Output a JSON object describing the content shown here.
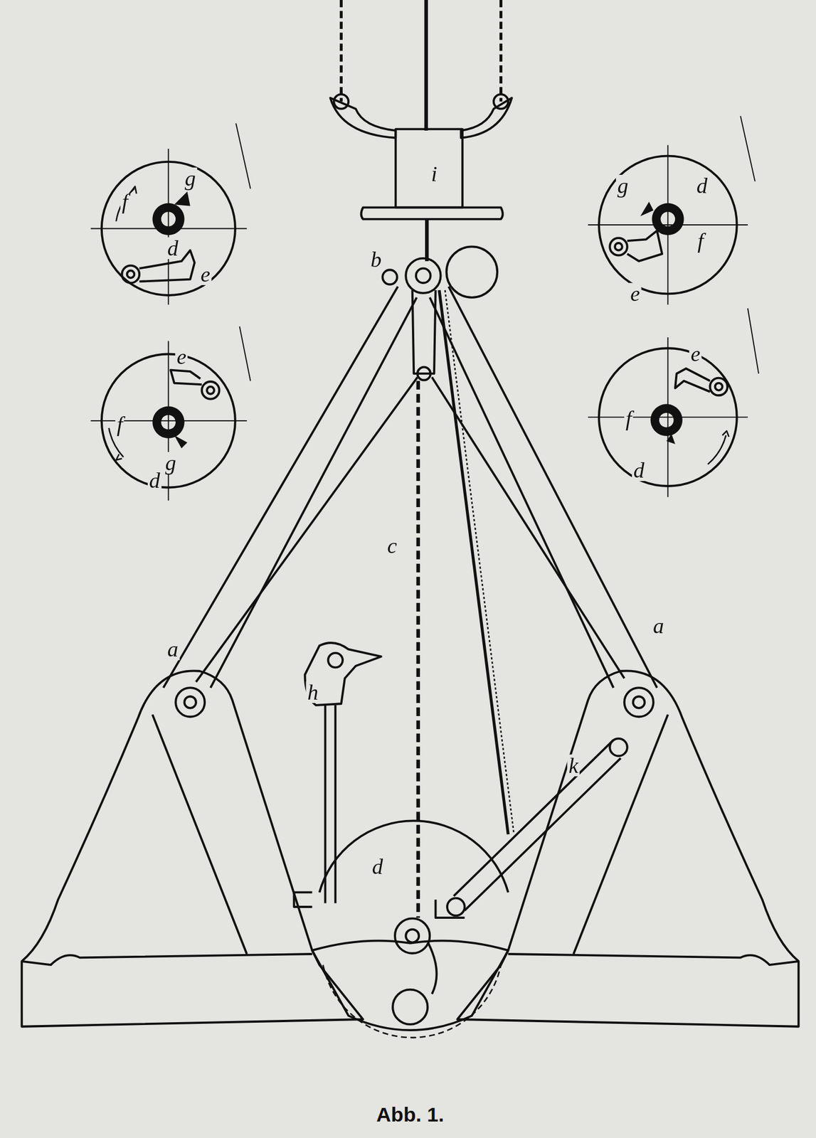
{
  "diagram": {
    "caption": "Abb. 1.",
    "labels": [
      "f",
      "g",
      "d",
      "e",
      "e",
      "f",
      "g",
      "d",
      "i",
      "b",
      "g",
      "d",
      "f",
      "e",
      "e",
      "f",
      "d",
      "c",
      "a",
      "a",
      "h",
      "k",
      "d"
    ]
  }
}
